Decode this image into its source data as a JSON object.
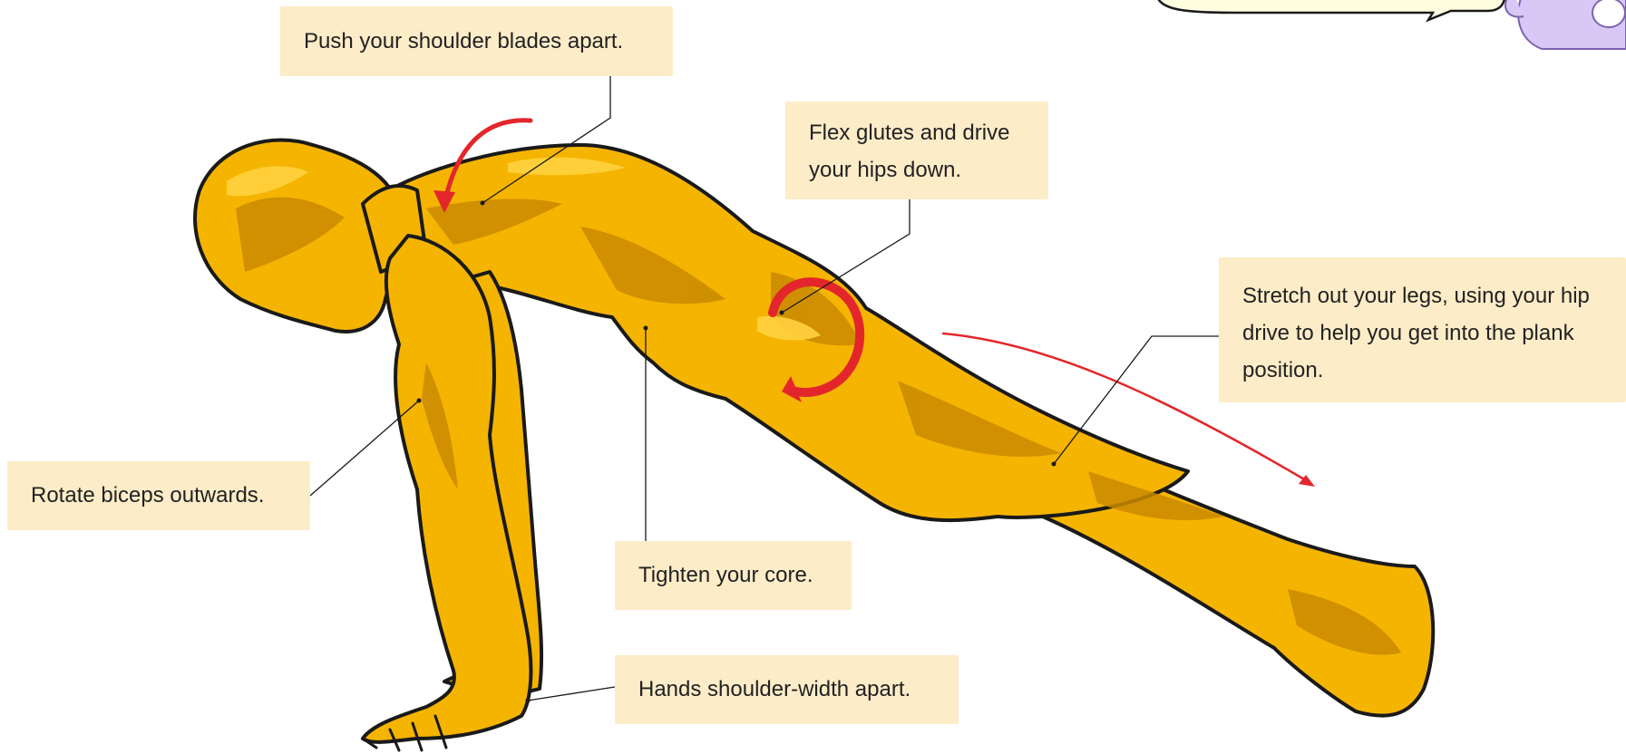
{
  "callouts": {
    "shoulders": "Push your shoulder blades apart.",
    "glutes": "Flex glutes and drive your hips down.",
    "legs": "Stretch out your legs, using your hip drive to help you get into the plank position.",
    "biceps": "Rotate biceps outwards.",
    "core": "Tighten your core.",
    "hands": "Hands shoulder-width apart."
  },
  "colors": {
    "body_fill": "#f5b400",
    "body_shade": "#c98a00",
    "outline": "#1a1a1a",
    "arrow": "#e3262b",
    "callout_bg": "#fdecc8",
    "bubble_bg": "#fffde0",
    "mascot": "#d9c8f5"
  }
}
